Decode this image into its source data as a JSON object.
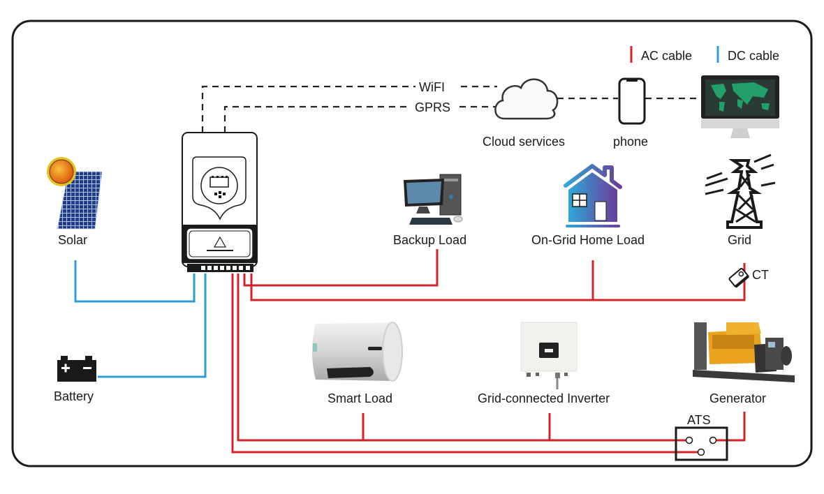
{
  "legend": {
    "ac_label": "AC cable",
    "dc_label": "DC cable",
    "ac_color": "#d2232a",
    "dc_color": "#2e9bd6"
  },
  "comms": {
    "wifi_label": "WiFI",
    "gprs_label": "GPRS"
  },
  "devices": {
    "solar": "Solar",
    "battery": "Battery",
    "cloud": "Cloud services",
    "phone": "phone",
    "backup_load": "Backup Load",
    "home_load": "On-Grid Home Load",
    "grid": "Grid",
    "ct": "CT",
    "smart_load": "Smart Load",
    "grid_inverter": "Grid-connected Inverter",
    "generator": "Generator",
    "ats": "ATS"
  },
  "icons": {
    "solar": "solar-panel-icon",
    "battery": "battery-icon",
    "cloud": "cloud-icon",
    "phone": "smartphone-icon",
    "monitor": "monitor-icon",
    "backup_load": "desktop-computer-icon",
    "home_load": "house-icon",
    "grid": "power-pylon-icon",
    "ct": "current-transformer-icon",
    "smart_load": "water-heater-icon",
    "grid_inverter": "inverter-icon",
    "generator": "generator-icon",
    "hybrid_inverter": "hybrid-inverter-icon"
  }
}
